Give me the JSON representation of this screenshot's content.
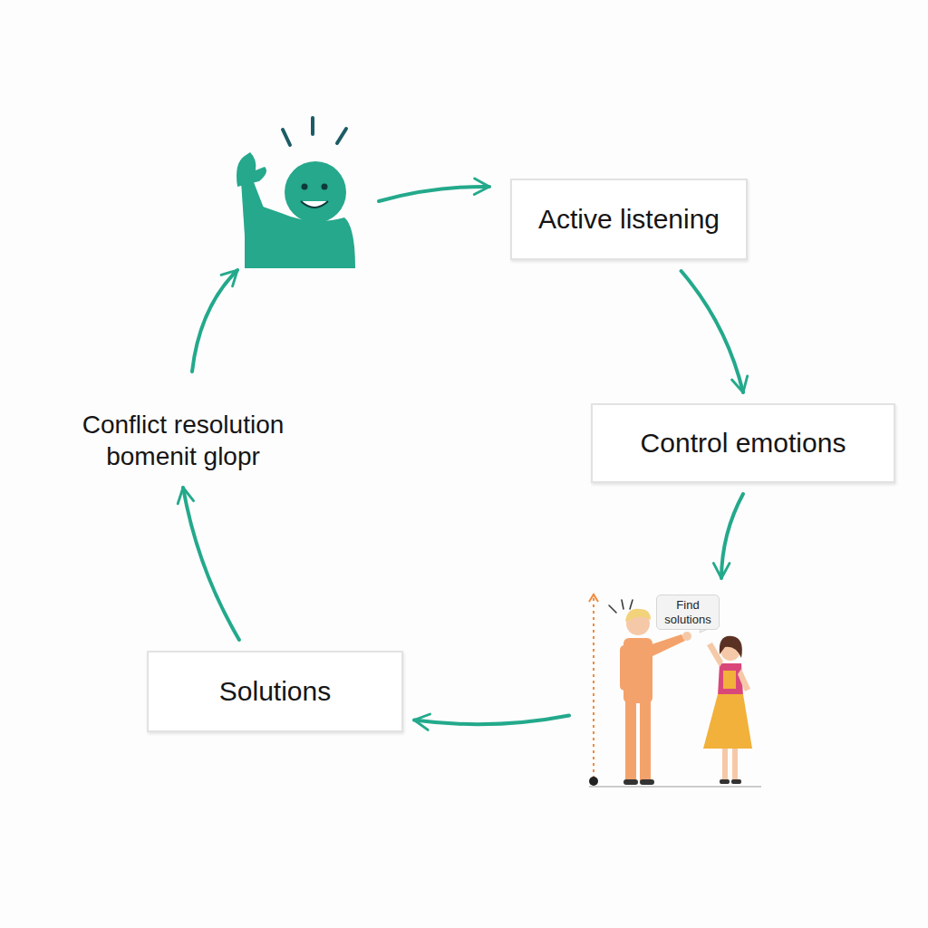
{
  "diagram": {
    "nodes": [
      {
        "text": [
          "Active listening"
        ]
      },
      {
        "text": [
          "Control emotions"
        ]
      },
      {
        "text": [
          "Find solutions"
        ]
      },
      {
        "text": [
          "Solutions"
        ]
      },
      {
        "text": [
          "Conflict resolution bomenit glopr"
        ]
      }
    ],
    "edges": [
      {
        "from": 0,
        "to": 1,
        "arrow": "to"
      },
      {
        "from": 1,
        "to": 2,
        "arrow": "to"
      },
      {
        "from": 2,
        "to": 3,
        "arrow": "to"
      },
      {
        "from": 3,
        "to": 4,
        "arrow": "to"
      }
    ]
  }
}
